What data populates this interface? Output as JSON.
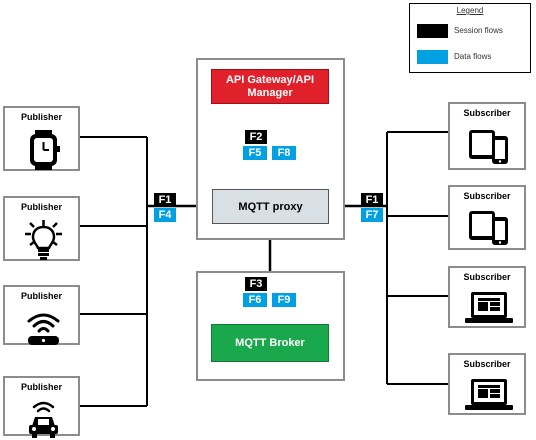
{
  "legend": {
    "title": "Legend",
    "items": [
      {
        "label": "Session flows",
        "color": "#000000"
      },
      {
        "label": "Data flows",
        "color": "#00a0e3"
      }
    ]
  },
  "components": {
    "api_gateway": "API Gateway/API Manager",
    "mqtt_proxy": "MQTT proxy",
    "mqtt_broker": "MQTT Broker"
  },
  "publishers": [
    {
      "label": "Publisher",
      "icon": "smartwatch-icon"
    },
    {
      "label": "Publisher",
      "icon": "smart-bulb-icon"
    },
    {
      "label": "Publisher",
      "icon": "wifi-router-icon"
    },
    {
      "label": "Publisher",
      "icon": "connected-car-icon"
    }
  ],
  "subscribers": [
    {
      "label": "Subscriber",
      "icon": "devices-icon"
    },
    {
      "label": "Subscriber",
      "icon": "devices-icon"
    },
    {
      "label": "Subscriber",
      "icon": "laptop-icon"
    },
    {
      "label": "Subscriber",
      "icon": "laptop-icon"
    }
  ],
  "flows": {
    "left_session": "F1",
    "left_data": "F4",
    "right_session": "F1",
    "right_data": "F7",
    "up_session": "F2",
    "up_data_a": "F5",
    "up_data_b": "F8",
    "down_session": "F3",
    "down_data_a": "F6",
    "down_data_b": "F9"
  },
  "colors": {
    "session": "#000000",
    "data": "#00a0e3",
    "gateway": "#e0202a",
    "broker": "#1aa84c",
    "proxy": "#d8dfe5",
    "frame": "#8c8c8c"
  }
}
